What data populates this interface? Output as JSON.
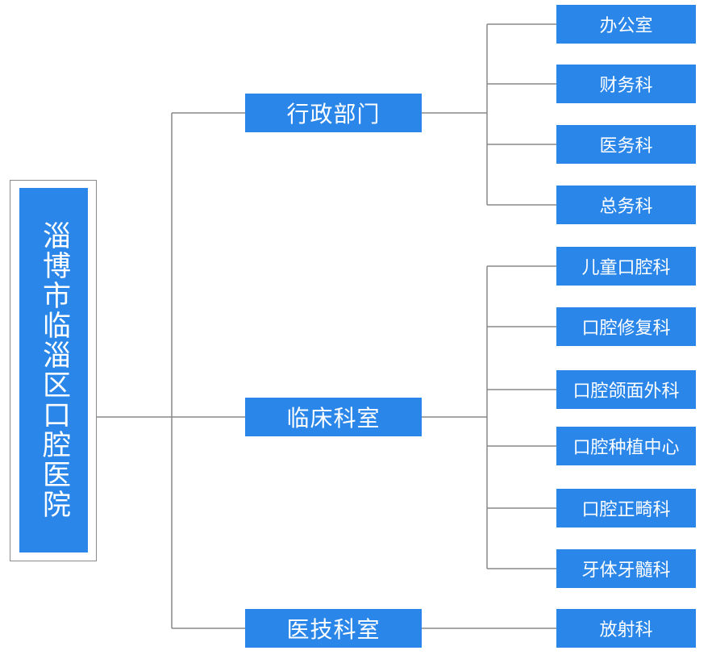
{
  "colors": {
    "box_fill": "#2a86e8",
    "text": "#ffffff",
    "connector": "#888888",
    "frame": "#8a8a8a"
  },
  "root": {
    "label": "淄博市临淄区口腔医院"
  },
  "departments": [
    {
      "label": "行政部门",
      "children": [
        "办公室",
        "财务科",
        "医务科",
        "总务科"
      ]
    },
    {
      "label": "临床科室",
      "children": [
        "儿童口腔科",
        "口腔修复科",
        "口腔颌面外科",
        "口腔种植中心",
        "口腔正畸科",
        "牙体牙髓科"
      ]
    },
    {
      "label": "医技科室",
      "children": [
        "放射科"
      ]
    }
  ]
}
